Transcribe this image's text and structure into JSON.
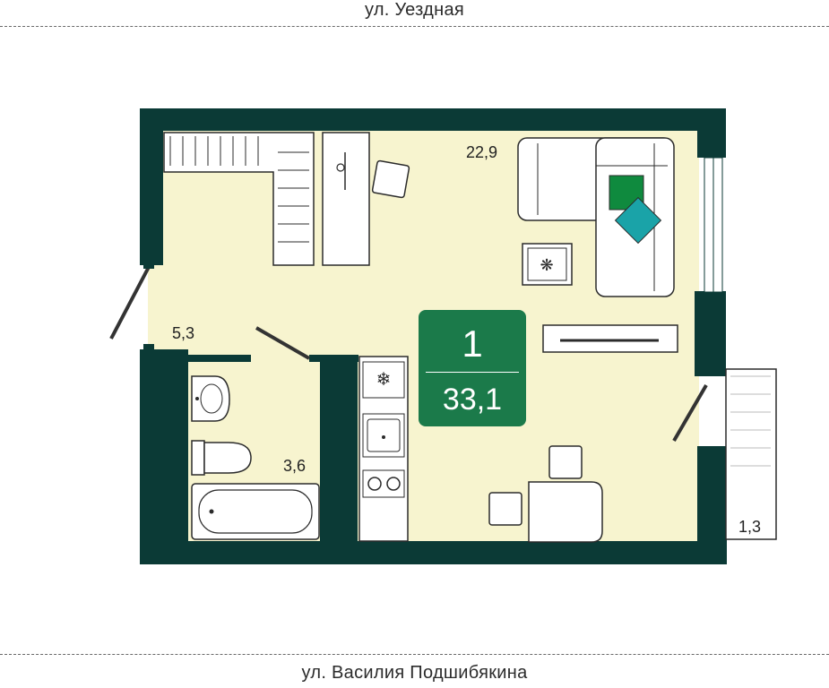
{
  "streets": {
    "top": "ул. Уездная",
    "bottom": "ул. Василия Подшибякина"
  },
  "apartment": {
    "rooms": "1",
    "total_area": "33,1"
  },
  "rooms": {
    "living_area": "22,9",
    "hall_area": "5,3",
    "bathroom_area": "3,6",
    "balcony_area": "1,3"
  },
  "colors": {
    "wall": "#0b3a36",
    "floor": "#f7f4cf",
    "accent": "#1b7a4a",
    "pillow_green": "#0f8a3e",
    "pillow_teal": "#1aa3a8"
  },
  "icons": [
    "wardrobe-icon",
    "desk-icon",
    "chair-icon",
    "sofa-icon",
    "rug-icon",
    "tv-icon",
    "sink-icon",
    "toilet-icon",
    "bathtub-icon",
    "fridge-icon",
    "stove-icon",
    "dining-table-icon",
    "door-icon",
    "window-icon"
  ]
}
